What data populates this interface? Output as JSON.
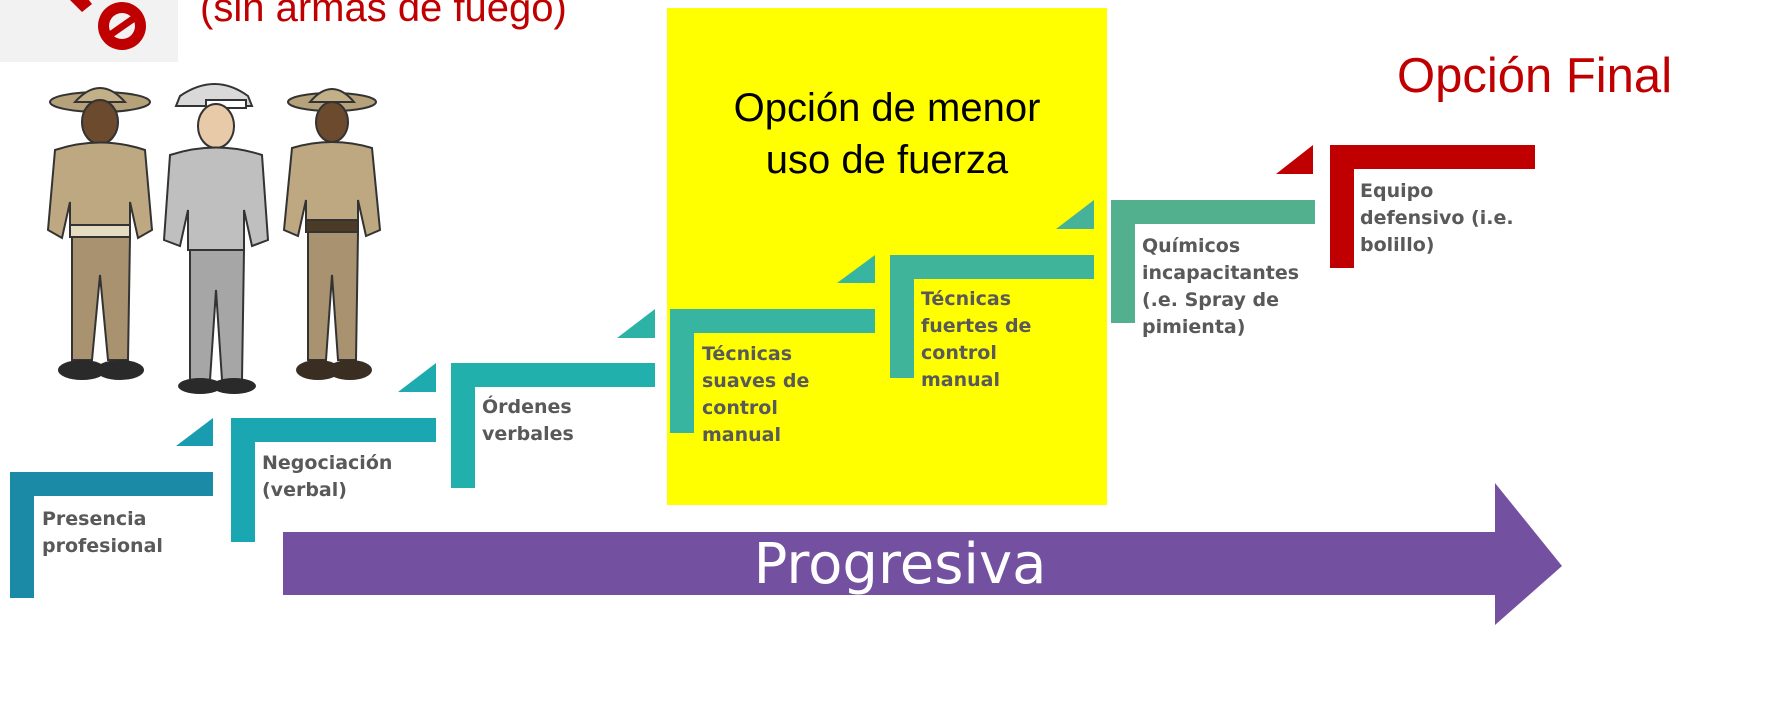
{
  "header": {
    "subtitle": "(sin armas de fuego)"
  },
  "highlight": {
    "line1": "Opción de menor",
    "line2": "uso de fuerza",
    "color": "#ffff00"
  },
  "final_option": {
    "label": "Opción Final",
    "color": "#c00000"
  },
  "steps": [
    {
      "lines": [
        "Presencia",
        "profesional"
      ],
      "color": "#1a8aa6"
    },
    {
      "lines": [
        "Negociación",
        "(verbal)"
      ],
      "color": "#1aa7b1"
    },
    {
      "lines": [
        "Órdenes",
        "verbales"
      ],
      "color": "#21b0ac"
    },
    {
      "lines": [
        "Técnicas",
        "suaves de",
        "control",
        "manual"
      ],
      "color": "#38b5a0"
    },
    {
      "lines": [
        "Técnicas",
        "fuertes de",
        "control",
        "manual"
      ],
      "color": "#40b39b"
    },
    {
      "lines": [
        "Químicos",
        "incapacitantes",
        "(.e. Spray de",
        "pimienta)"
      ],
      "color": "#52b08e"
    },
    {
      "lines": [
        "Equipo",
        "defensivo (i.e.",
        "bolillo)"
      ],
      "color": "#c00000"
    }
  ],
  "progress_arrow": {
    "label": "Progresiva",
    "color": "#7451a0"
  },
  "icons": {
    "logo": "no-weapons-logo-icon",
    "figures": "security-guards-illustration"
  }
}
